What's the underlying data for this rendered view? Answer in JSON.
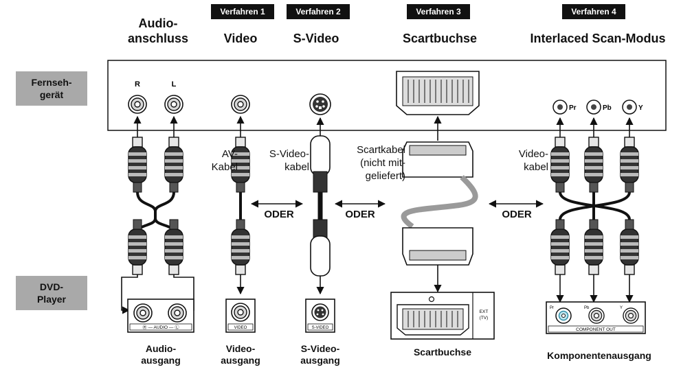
{
  "methods": {
    "m1": "Verfahren 1",
    "m2": "Verfahren 2",
    "m3": "Verfahren 3",
    "m4": "Verfahren 4"
  },
  "headers": {
    "audio_l1": "Audio-",
    "audio_l2": "anschluss",
    "video": "Video",
    "svideo": "S-Video",
    "scart": "Scartbuchse",
    "interlaced": "Interlaced Scan-Modus"
  },
  "side": {
    "tv_l1": "Fernseh-",
    "tv_l2": "gerät",
    "dvd_l1": "DVD-",
    "dvd_l2": "Player"
  },
  "tv_jacks": {
    "r": "R",
    "l": "L",
    "pr": "Pr",
    "pb": "Pb",
    "y": "Y"
  },
  "cables": {
    "av_l1": "AV-",
    "av_l2": "Kabel",
    "sv_l1": "S-Video-",
    "sv_l2": "kabel",
    "scart_l1": "Scartkabel",
    "scart_l2": "(nicht mit-",
    "scart_l3": "geliefert)",
    "video_l1": "Video-",
    "video_l2": "kabel"
  },
  "oder": "ODER",
  "dvd_panels": {
    "audio_text": "Ⓡ — AUDIO — Ⓛ",
    "video_text": "VIDEO",
    "svideo_text": "S-VIDEO",
    "ext_l1": "EXT",
    "ext_l2": "(TV)",
    "comp_pr": "Pr",
    "comp_pb": "Pb",
    "comp_y": "Y",
    "comp_text": "COMPONENT OUT"
  },
  "bottom": {
    "audio_l1": "Audio-",
    "audio_l2": "ausgang",
    "video_l1": "Video-",
    "video_l2": "ausgang",
    "svideo_l1": "S-Video-",
    "svideo_l2": "ausgang",
    "scart": "Scartbuchse",
    "comp": "Komponentenausgang"
  }
}
